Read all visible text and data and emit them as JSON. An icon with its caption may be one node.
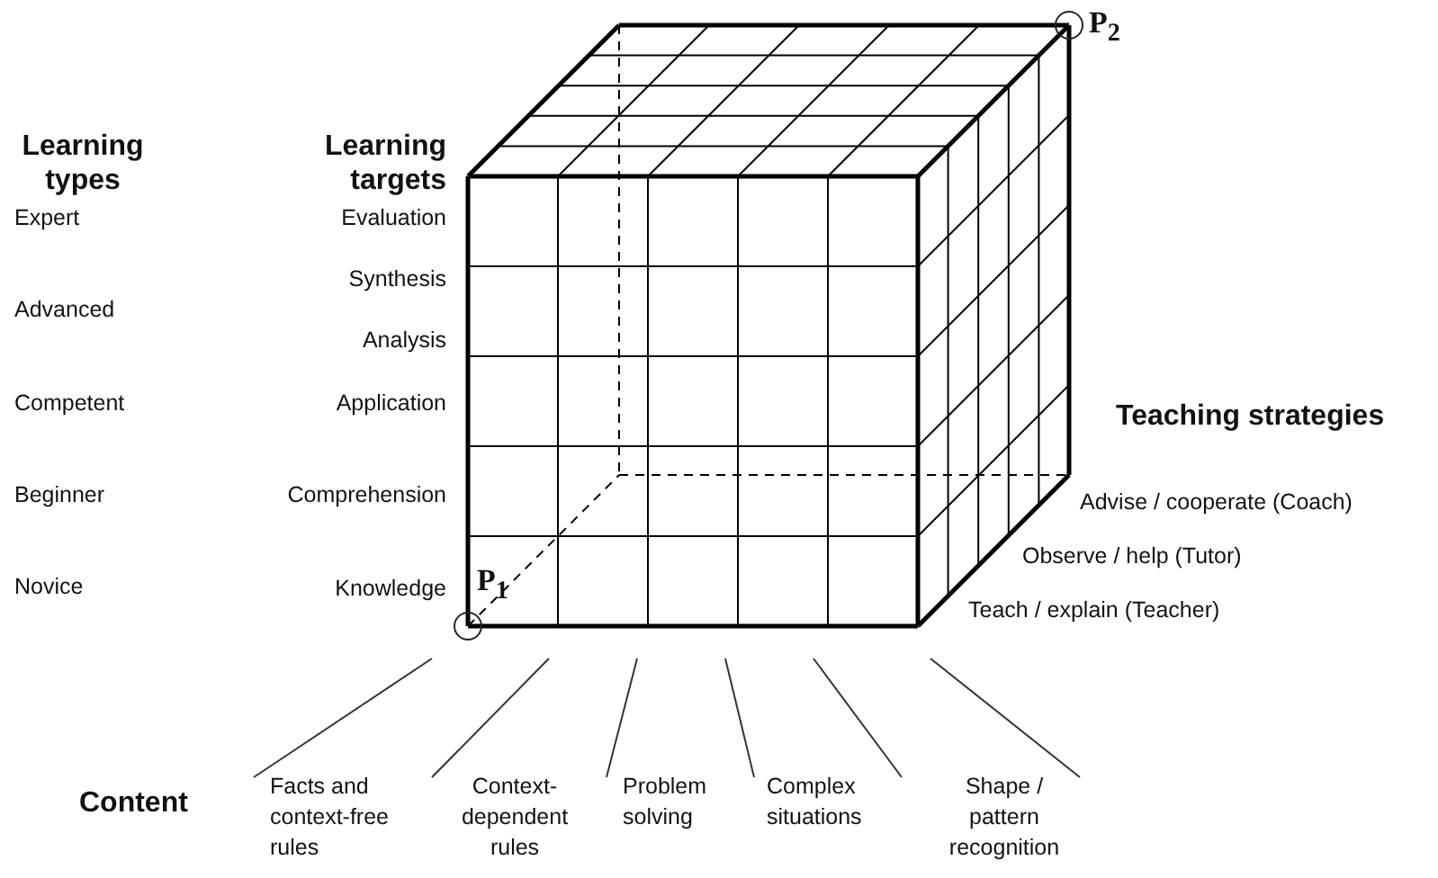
{
  "diagram": {
    "labels": [
      "Learning types",
      "Learning targets",
      "P$_{2}$",
      "Expert",
      "Evaluation",
      "Synthesis",
      "Advanced",
      "Analysis",
      "Competent",
      "Application",
      "Teaching strategies",
      "Beginner",
      "Comprehension",
      "Advise / cooperate (Coach)",
      "Observe / help (Tutor)",
      "P$_{1}$",
      "Novice",
      "Knowledge",
      "Teach / explain (Teacher)",
      "Content",
      "Facts and context-free rules",
      "Context-dependent rules",
      "Problem solving",
      "Complex situations",
      "Shape / pattern recognition"
    ]
  }
}
